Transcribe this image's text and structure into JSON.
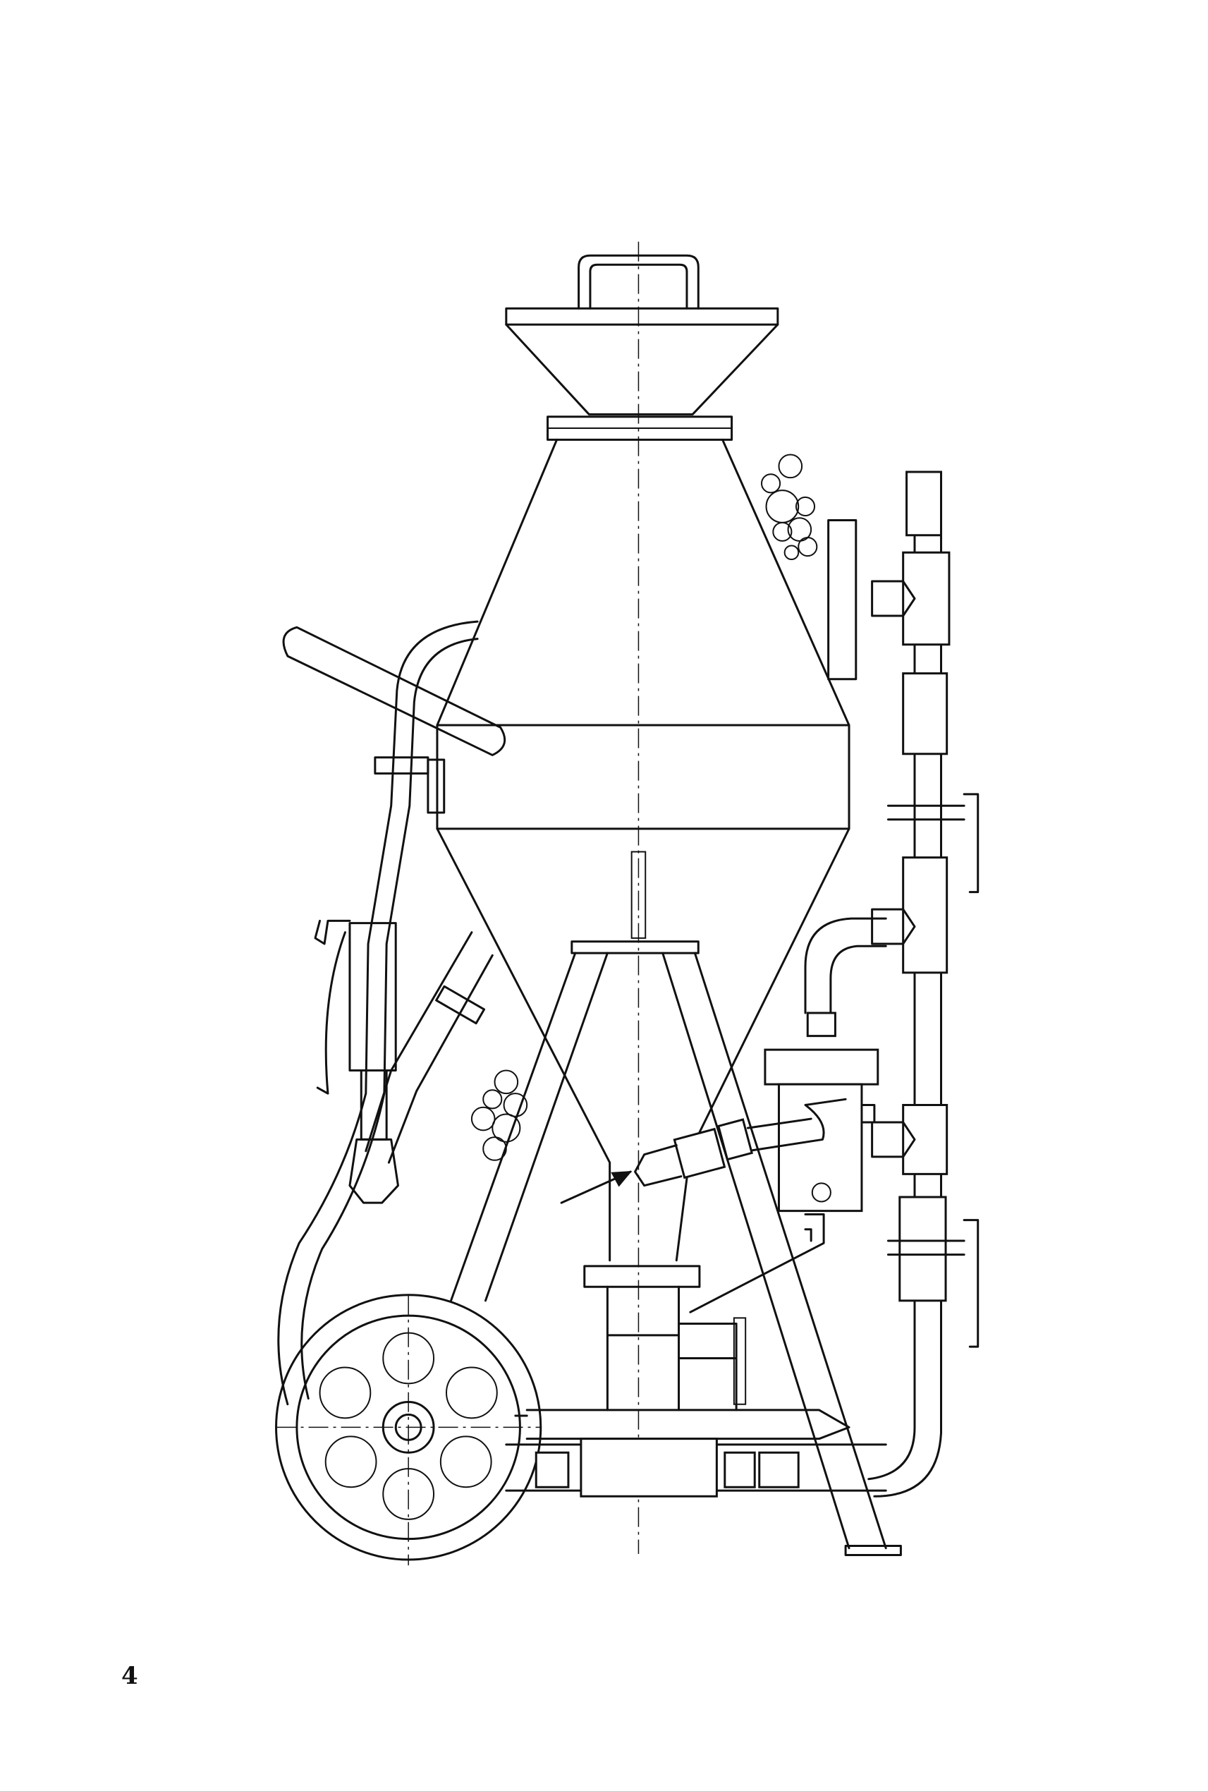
{
  "page": {
    "number": "4"
  },
  "figure": {
    "components": {
      "hopper": "funnel-lid",
      "tank": "double-cone-pressure-vessel",
      "frame": "tripod-cart",
      "wheel": "spoked-wheel",
      "piping": "air-line-with-valves",
      "handle": "push-handle",
      "abrasive": "shot-particles"
    },
    "colors": {
      "ink": "#111111",
      "paper": "#ffffff"
    }
  }
}
